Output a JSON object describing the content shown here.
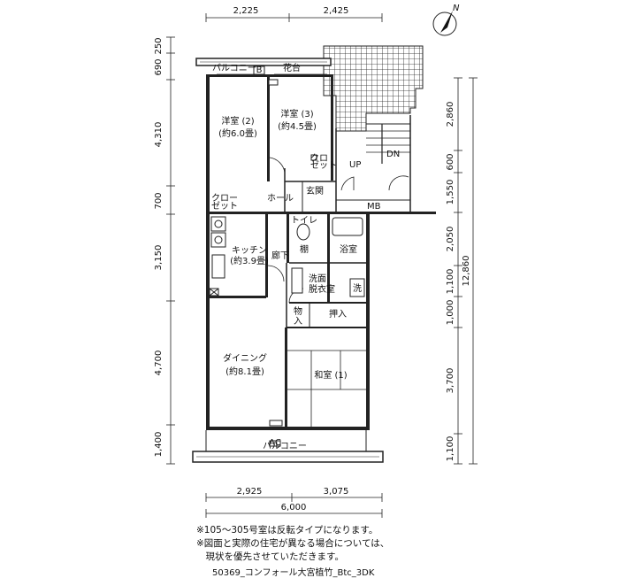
{
  "compass": {
    "label": "N"
  },
  "dims": {
    "top": [
      "2,225",
      "2,425"
    ],
    "left": [
      "250",
      "690",
      "4,310",
      "700",
      "3,150",
      "4,700",
      "1,400"
    ],
    "right": [
      "2,860",
      "600",
      "1,550",
      "2,050",
      "1,100",
      "1,000",
      "3,700",
      "1,100"
    ],
    "right_total": "12,860",
    "bottom": [
      "2,925",
      "3,075"
    ],
    "bottom_total": "6,000"
  },
  "rooms": {
    "balcony_top": "バルコニー",
    "b_mark": "B",
    "flower_bed": "花台",
    "western2_name": "洋室 (2)",
    "western2_size": "(約6.0畳)",
    "western3_name": "洋室 (3)",
    "western3_size": "(約4.5畳)",
    "closet_label1": "クロー",
    "closet_label2": "ゼット",
    "closet_small1": "クロ",
    "closet_small2": "ゼット",
    "hall": "ホール",
    "entrance": "玄関",
    "mb": "MB",
    "stairs_up": "UP",
    "stairs_dn": "DN",
    "kitchen_name": "キッチン",
    "kitchen_size": "(約3.9畳)",
    "corridor": "廊下",
    "toilet": "トイレ",
    "shelf": "棚",
    "bath": "浴室",
    "washroom1": "洗面",
    "washroom2": "脱衣室",
    "washer": "洗",
    "storage1": "物",
    "storage2": "入",
    "oshiire": "押入",
    "dining_name": "ダイニング",
    "dining_size": "(約8.1畳)",
    "japanese": "和室 (1)",
    "ac_mark": "AC",
    "balcony_bottom": "バルコニー"
  },
  "notes": [
    "※105〜305号室は反転タイプになります。",
    "※図面と実際の住宅が異なる場合については、",
    "　現状を優先させていただきます。"
  ],
  "caption": "50369_コンフォール大宮植竹_Btc_3DK"
}
